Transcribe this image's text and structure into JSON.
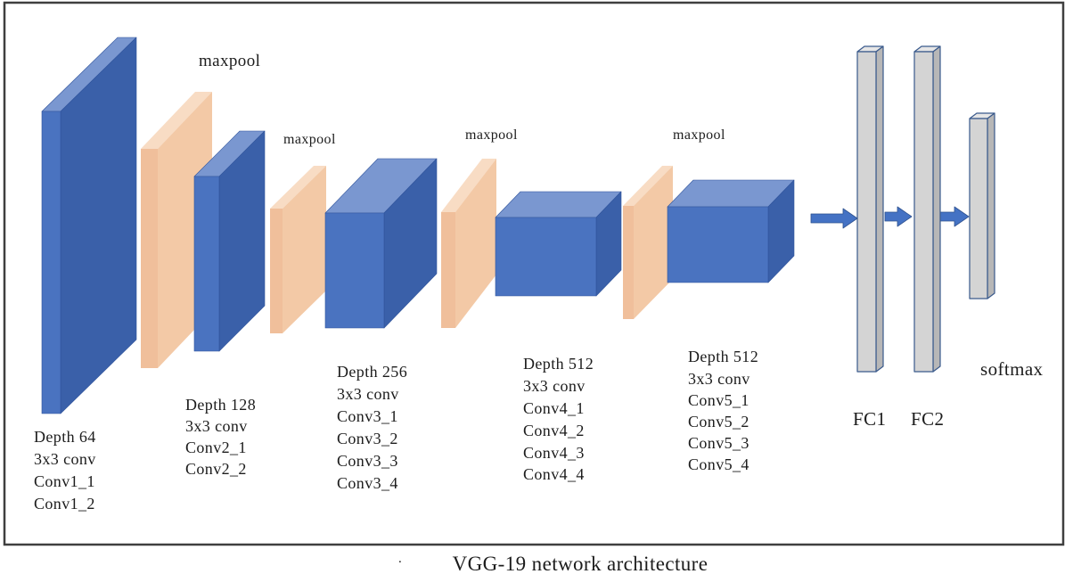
{
  "diagram": {
    "caption": "VGG-19 network architecture",
    "caption_dot": ".",
    "maxpool_label": "maxpool",
    "conv_blocks": [
      {
        "id": "conv1",
        "lines": [
          "Depth 64",
          "3x3 conv",
          "Conv1_1",
          "Conv1_2"
        ]
      },
      {
        "id": "conv2",
        "lines": [
          "Depth 128",
          "3x3 conv",
          "Conv2_1",
          "Conv2_2"
        ]
      },
      {
        "id": "conv3",
        "lines": [
          "Depth 256",
          "3x3 conv",
          "Conv3_1",
          "Conv3_2",
          "Conv3_3",
          "Conv3_4"
        ]
      },
      {
        "id": "conv4",
        "lines": [
          "Depth 512",
          "3x3 conv",
          "Conv4_1",
          "Conv4_2",
          "Conv4_3",
          "Conv4_4"
        ]
      },
      {
        "id": "conv5",
        "lines": [
          "Depth 512",
          "3x3 conv",
          "Conv5_1",
          "Conv5_2",
          "Conv5_3",
          "Conv5_4"
        ]
      }
    ],
    "fc_labels": {
      "fc1": "FC1",
      "fc2": "FC2",
      "softmax": "softmax"
    }
  },
  "colors": {
    "conv_front": "#4a73c0",
    "conv_side": "#3a60a9",
    "conv_top": "#7a97d0",
    "pool_front": "#f0bf9b",
    "pool_side": "#f3c9a6",
    "pool_top": "#f8dcc4",
    "fc_front": "#d4d4d4",
    "fc_side": "#b7b7b7",
    "fc_top": "#e6e6e6",
    "arrow": "#4472c4",
    "border": "#3f3f3f",
    "text": "#1c1c1c"
  }
}
